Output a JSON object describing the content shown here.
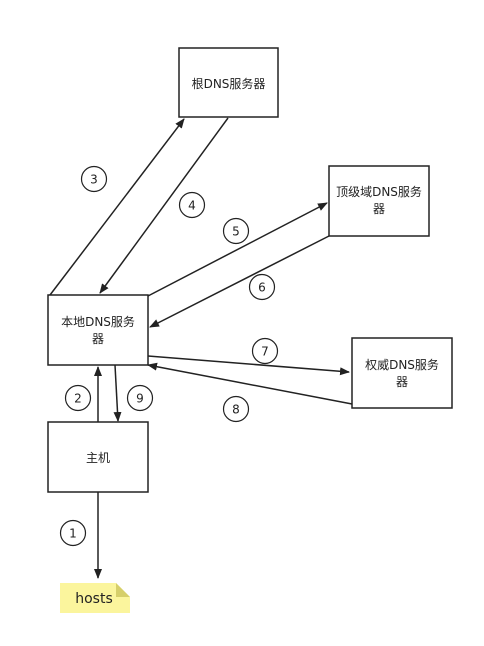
{
  "nodes": {
    "root": {
      "lines": [
        "根DNS服务器"
      ]
    },
    "tld": {
      "lines": [
        "顶级域DNS服务",
        "器"
      ]
    },
    "local": {
      "lines": [
        "本地DNS服务",
        "器"
      ]
    },
    "auth": {
      "lines": [
        "权威DNS服务",
        "器"
      ]
    },
    "host": {
      "lines": [
        "主机"
      ]
    },
    "hosts": {
      "lines": [
        "hosts"
      ]
    }
  },
  "steps": [
    "1",
    "2",
    "3",
    "4",
    "5",
    "6",
    "7",
    "8",
    "9"
  ],
  "colors": {
    "stroke": "#222222",
    "note_fill": "#fbf59d",
    "note_fold": "#d6cf6a"
  }
}
